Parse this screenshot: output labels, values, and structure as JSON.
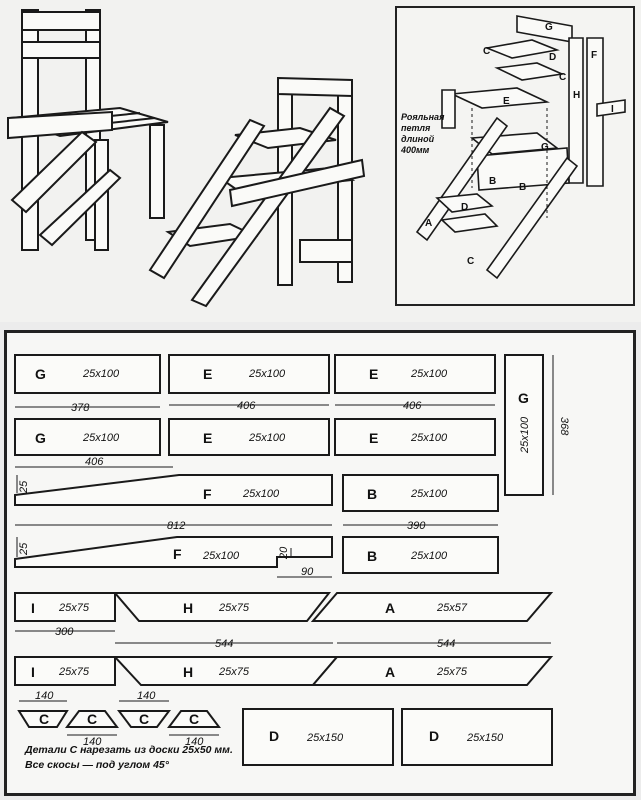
{
  "sketch": {
    "hinge_label": [
      "Рояльная",
      "петля",
      "длиной",
      "400мм"
    ],
    "part_letters": [
      "G",
      "C",
      "D",
      "F",
      "C",
      "H",
      "I",
      "E",
      "G",
      "B",
      "A",
      "B",
      "D",
      "C"
    ]
  },
  "parts": [
    {
      "letter": "G",
      "size": "25x100"
    },
    {
      "letter": "E",
      "size": "25x100"
    },
    {
      "letter": "E",
      "size": "25x100"
    },
    {
      "letter": "G",
      "size": "25x100"
    },
    {
      "letter": "G",
      "size": "25x100"
    },
    {
      "letter": "E",
      "size": "25x100"
    },
    {
      "letter": "E",
      "size": "25x100"
    },
    {
      "letter": "F",
      "size": "25x100"
    },
    {
      "letter": "B",
      "size": "25x100"
    },
    {
      "letter": "F",
      "size": "25x100"
    },
    {
      "letter": "B",
      "size": "25x100"
    },
    {
      "letter": "I",
      "size": "25x75"
    },
    {
      "letter": "H",
      "size": "25x75"
    },
    {
      "letter": "A",
      "size": "25x57"
    },
    {
      "letter": "I",
      "size": "25x75"
    },
    {
      "letter": "H",
      "size": "25x75"
    },
    {
      "letter": "A",
      "size": "25x75"
    },
    {
      "letter": "C",
      "size": ""
    },
    {
      "letter": "C",
      "size": ""
    },
    {
      "letter": "C",
      "size": ""
    },
    {
      "letter": "C",
      "size": ""
    },
    {
      "letter": "D",
      "size": "25x150"
    },
    {
      "letter": "D",
      "size": "25x150"
    }
  ],
  "measurements": {
    "g_length": "378",
    "e_length_1": "406",
    "e_length_2": "406",
    "g_vertical": "368",
    "f_short": "406",
    "f_long": "812",
    "f_height_1": "25",
    "f_height_2": "25",
    "b_length": "390",
    "notch_h": "20",
    "notch_w": "90",
    "i_length": "300",
    "h_length": "544",
    "a_length": "544",
    "c_top_1": "140",
    "c_top_2": "140",
    "c_bottom_1": "140",
    "c_bottom_2": "140"
  },
  "note": {
    "line1": "Детали C нарезать из доски 25x50 мм.",
    "line2": "Все скосы — под углом 45°"
  }
}
